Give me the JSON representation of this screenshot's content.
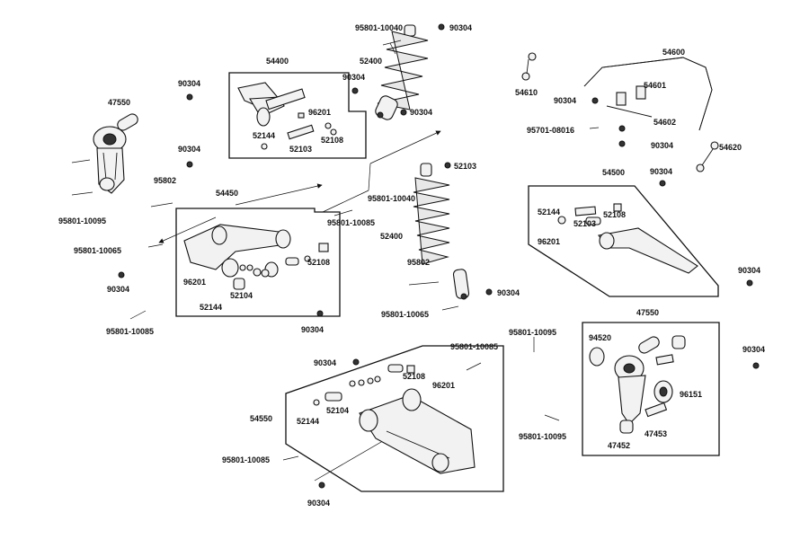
{
  "callouts": [
    {
      "id": "c01",
      "text": "95801-10040"
    },
    {
      "id": "c02",
      "text": "90304"
    },
    {
      "id": "c03",
      "text": "52400"
    },
    {
      "id": "c04",
      "text": "54400"
    },
    {
      "id": "c05",
      "text": "90304"
    },
    {
      "id": "c06",
      "text": "90304"
    },
    {
      "id": "c07",
      "text": "96201"
    },
    {
      "id": "c08",
      "text": "52144"
    },
    {
      "id": "c09",
      "text": "52108"
    },
    {
      "id": "c10",
      "text": "52103"
    },
    {
      "id": "c11",
      "text": "47550"
    },
    {
      "id": "c12",
      "text": "90304"
    },
    {
      "id": "c13",
      "text": "90304"
    },
    {
      "id": "c14",
      "text": "95802"
    },
    {
      "id": "c15",
      "text": "54450"
    },
    {
      "id": "c16",
      "text": "95801-10095"
    },
    {
      "id": "c17",
      "text": "95801-10065"
    },
    {
      "id": "c18",
      "text": "90304"
    },
    {
      "id": "c19",
      "text": "96201"
    },
    {
      "id": "c20",
      "text": "52144"
    },
    {
      "id": "c21",
      "text": "52104"
    },
    {
      "id": "c22",
      "text": "52108"
    },
    {
      "id": "c23",
      "text": "95801-10085"
    },
    {
      "id": "c24",
      "text": "95801-10085"
    },
    {
      "id": "c25",
      "text": "90304"
    },
    {
      "id": "c26",
      "text": "52103"
    },
    {
      "id": "c27",
      "text": "95801-10040"
    },
    {
      "id": "c28",
      "text": "52400"
    },
    {
      "id": "c29",
      "text": "95802"
    },
    {
      "id": "c30",
      "text": "90304"
    },
    {
      "id": "c31",
      "text": "95801-10065"
    },
    {
      "id": "c32",
      "text": "54600"
    },
    {
      "id": "c33",
      "text": "54610"
    },
    {
      "id": "c34",
      "text": "90304"
    },
    {
      "id": "c35",
      "text": "54601"
    },
    {
      "id": "c36",
      "text": "54602"
    },
    {
      "id": "c37",
      "text": "95701-08016"
    },
    {
      "id": "c38",
      "text": "90304"
    },
    {
      "id": "c39",
      "text": "54620"
    },
    {
      "id": "c40",
      "text": "90304"
    },
    {
      "id": "c41",
      "text": "54500"
    },
    {
      "id": "c42",
      "text": "52144"
    },
    {
      "id": "c43",
      "text": "52108"
    },
    {
      "id": "c44",
      "text": "52103"
    },
    {
      "id": "c45",
      "text": "96201"
    },
    {
      "id": "c46",
      "text": "90304"
    },
    {
      "id": "c47",
      "text": "90304"
    },
    {
      "id": "c48",
      "text": "95801-10085"
    },
    {
      "id": "c49",
      "text": "52108"
    },
    {
      "id": "c50",
      "text": "96201"
    },
    {
      "id": "c51",
      "text": "52104"
    },
    {
      "id": "c52",
      "text": "54550"
    },
    {
      "id": "c53",
      "text": "52144"
    },
    {
      "id": "c54",
      "text": "95801-10085"
    },
    {
      "id": "c55",
      "text": "90304"
    },
    {
      "id": "c56",
      "text": "95801-10095"
    },
    {
      "id": "c57",
      "text": "95801-10095"
    },
    {
      "id": "c58",
      "text": "47550"
    },
    {
      "id": "c59",
      "text": "94520"
    },
    {
      "id": "c60",
      "text": "96151"
    },
    {
      "id": "c61",
      "text": "47453"
    },
    {
      "id": "c62",
      "text": "47452"
    },
    {
      "id": "c63",
      "text": "90304"
    }
  ]
}
